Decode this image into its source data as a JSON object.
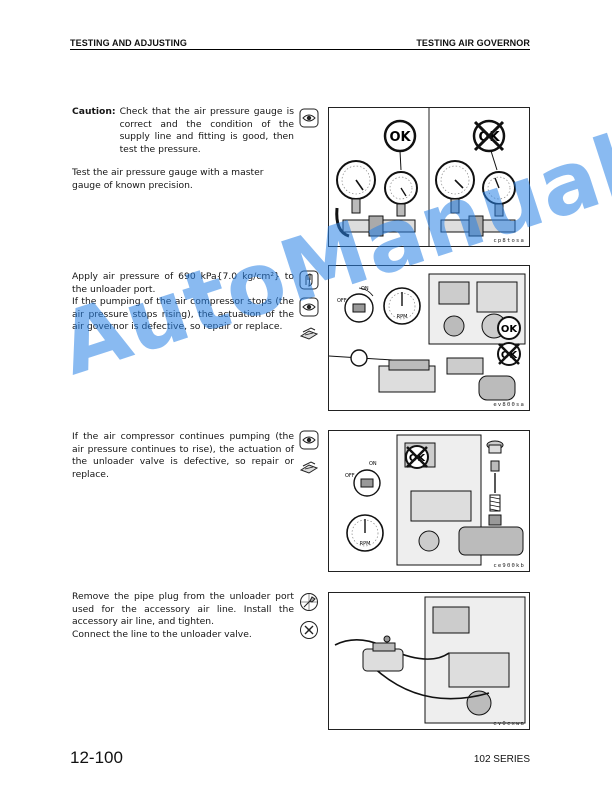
{
  "header": {
    "left_title": "TESTING AND ADJUSTING",
    "right_title": "TESTING AIR GOVERNOR"
  },
  "sections": [
    {
      "caution_label": "Caution:",
      "caution_text": "Check that the air pressure gauge is correct and the condition of the supply line and fitting is good, then test the pressure.",
      "paragraph": "Test the air pressure gauge with a master gauge of known precision.",
      "figure_id": "cp8tosa",
      "figure_labels": {
        "ok_left": "OK",
        "ok_right": "OK"
      }
    },
    {
      "paragraph_1": "Apply air pressure of 690 kPa{7.0 kg/cm²} to the unloader port.",
      "paragraph_2": "If the pumping of the air compressor stops (the air pressure stops rising), the actuation of the air governor is defective, so repair or replace.",
      "figure_id": "ev800sa",
      "figure_labels": {
        "off": "OFF",
        "on": "ON",
        "rpm": "RPM",
        "ok_top": "OK",
        "ok_bottom": "OK"
      }
    },
    {
      "paragraph": "If the air compressor continues pumping (the air pressure continues to rise), the actuation of the unloader valve is defective, so repair or replace.",
      "figure_id": "ce900kb",
      "figure_labels": {
        "off": "OFF",
        "on": "ON",
        "rpm": "RPM",
        "ok": "OK"
      }
    },
    {
      "paragraph_1": "Remove the pipe plug from the unloader port used for the accessory air line.  Install the accessory air line, and tighten.",
      "paragraph_2": "Connect the line to the unloader valve.",
      "figure_id": "ev0cxwa"
    }
  ],
  "icons": [
    "eye-icon",
    "hand-icon",
    "eye-icon",
    "tools-icon",
    "eye-icon",
    "tools-icon",
    "wrench-icon",
    "disassemble-icon"
  ],
  "footer": {
    "page_number": "12-100",
    "series": "102 SERIES"
  },
  "watermark": "AutoManual"
}
